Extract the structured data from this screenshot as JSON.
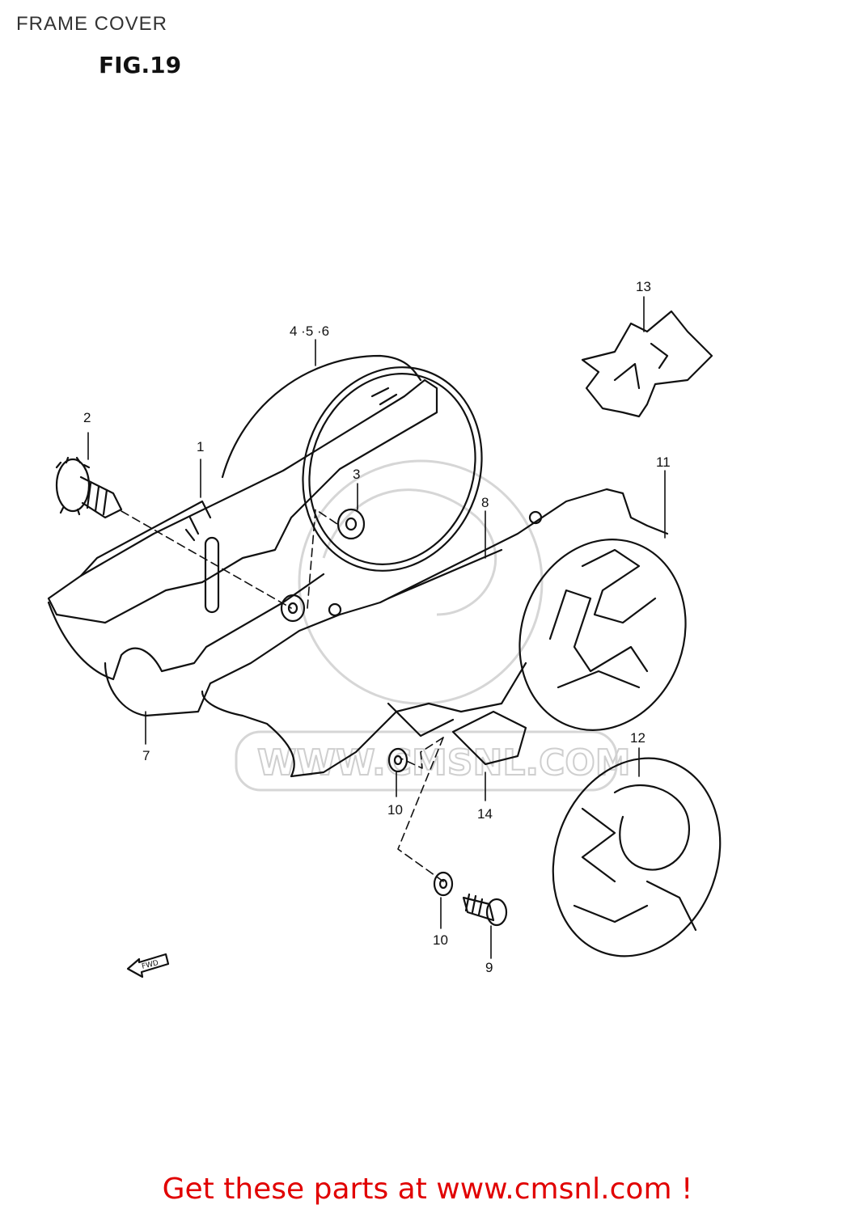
{
  "header": {
    "page_title": "FRAME COVER",
    "figure_label": "FIG.19"
  },
  "diagram": {
    "watermark": "WWW.CMSNL.COM",
    "direction_label": "FWD",
    "callouts": [
      {
        "id": "c1",
        "text": "1"
      },
      {
        "id": "c2",
        "text": "2"
      },
      {
        "id": "c3",
        "text": "3"
      },
      {
        "id": "c456",
        "text": "4 ·5 ·6"
      },
      {
        "id": "c7",
        "text": "7"
      },
      {
        "id": "c8",
        "text": "8"
      },
      {
        "id": "c9",
        "text": "9"
      },
      {
        "id": "c10a",
        "text": "10"
      },
      {
        "id": "c10b",
        "text": "10"
      },
      {
        "id": "c11",
        "text": "11"
      },
      {
        "id": "c12",
        "text": "12"
      },
      {
        "id": "c13",
        "text": "13"
      },
      {
        "id": "c14",
        "text": "14"
      }
    ]
  },
  "footer": {
    "text": "Get these parts at www.cmsnl.com !"
  },
  "colors": {
    "line": "#111111",
    "watermark": "#cfcfcf",
    "footer": "#e10000"
  }
}
